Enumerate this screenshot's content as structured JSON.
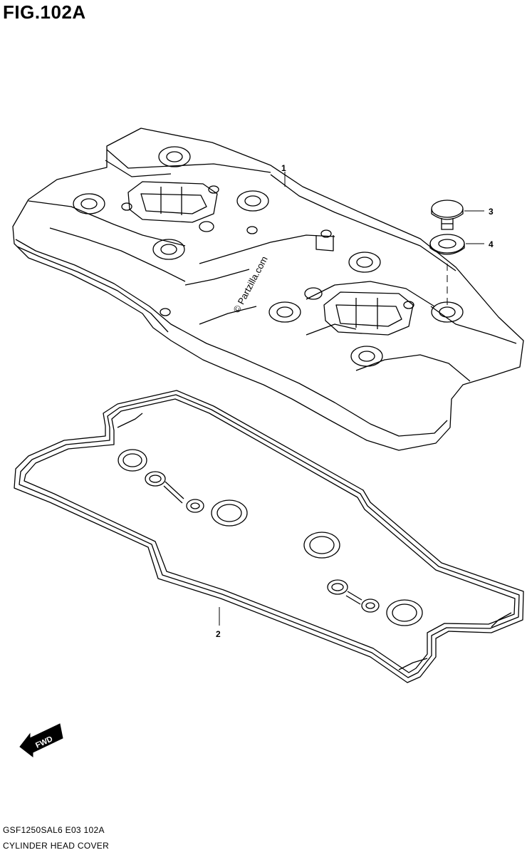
{
  "figure": {
    "title": "FIG.102A"
  },
  "watermark": {
    "text": "© Partzilla.com"
  },
  "fwd_arrow": {
    "label": "FWD"
  },
  "callouts": [
    {
      "number": "1"
    },
    {
      "number": "2"
    },
    {
      "number": "3"
    },
    {
      "number": "4"
    }
  ],
  "footer": {
    "code": "GSF1250SAL6  E03  102A",
    "name": "CYLINDER HEAD COVER"
  },
  "colors": {
    "line": "#000000",
    "background": "#ffffff"
  }
}
